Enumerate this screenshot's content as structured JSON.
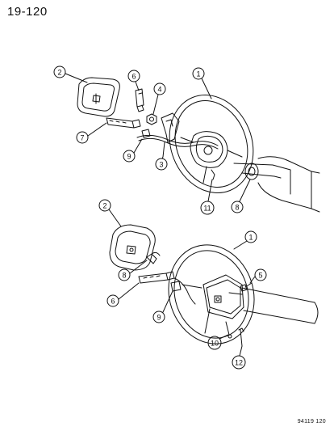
{
  "page_number": "19-120",
  "figure_code": "94119 120",
  "upper_view": {
    "callouts": [
      "1",
      "2",
      "3",
      "4",
      "6",
      "7",
      "8",
      "9",
      "11"
    ]
  },
  "lower_view": {
    "callouts": [
      "1",
      "2",
      "5",
      "6",
      "8",
      "9",
      "10",
      "12"
    ]
  }
}
